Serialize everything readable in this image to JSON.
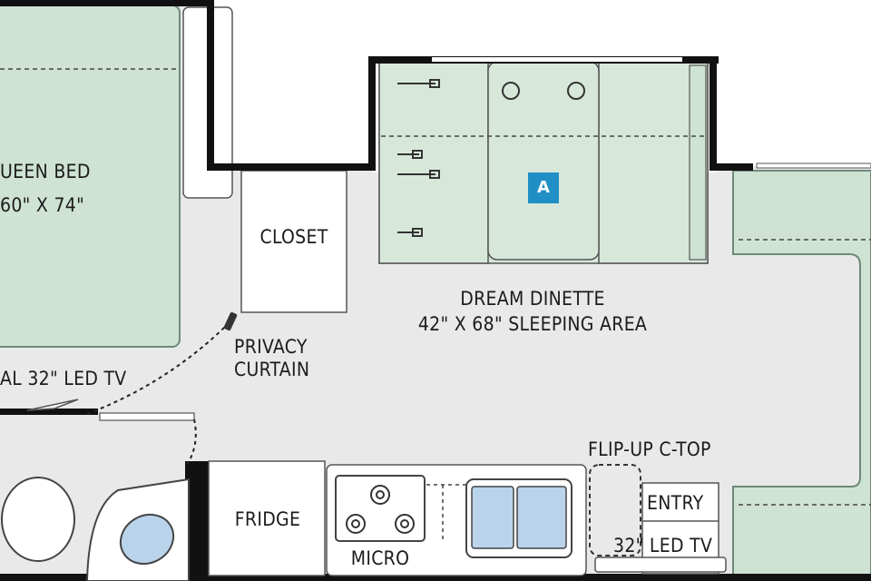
{
  "labels": {
    "queen_bed_title": "UEEN BED",
    "queen_bed_size": "60\" X 74\"",
    "closet": "CLOSET",
    "dinette_title": "DREAM DINETTE",
    "dinette_size": "42\" X 68\" SLEEPING AREA",
    "privacy_line1": "PRIVACY",
    "privacy_line2": "CURTAIN",
    "tv_left": "AL 32\" LED TV",
    "flip_up": "FLIP-UP C-TOP",
    "entry": "ENTRY",
    "tv_right": "32\" LED TV",
    "fridge": "FRIDGE",
    "micro": "MICRO",
    "badge": "A"
  },
  "colors": {
    "wall": "#111111",
    "floor": "#e9e9e9",
    "bed_green": "#cfe3d4",
    "cushion_green": "#d7e8db",
    "sink_blue": "#b9d3ea",
    "badge_blue": "#1f8fc5"
  }
}
